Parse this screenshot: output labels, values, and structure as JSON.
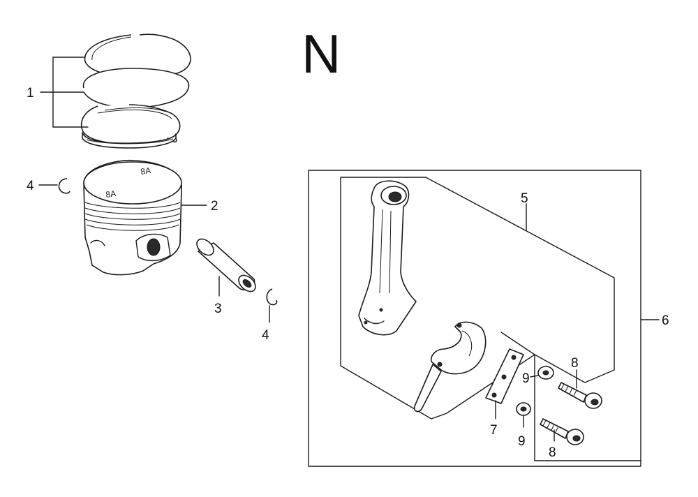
{
  "diagram": {
    "section_letter": "N",
    "callouts": {
      "piston_rings": "1",
      "piston": "2",
      "piston_pin": "3",
      "clip_left": "4",
      "clip_right": "4",
      "connecting_rod": "5",
      "rod_assembly": "6",
      "lock_plate": "7",
      "bolt_top": "8",
      "bolt_bottom": "8",
      "washer_top": "9",
      "washer_bottom": "9"
    }
  }
}
